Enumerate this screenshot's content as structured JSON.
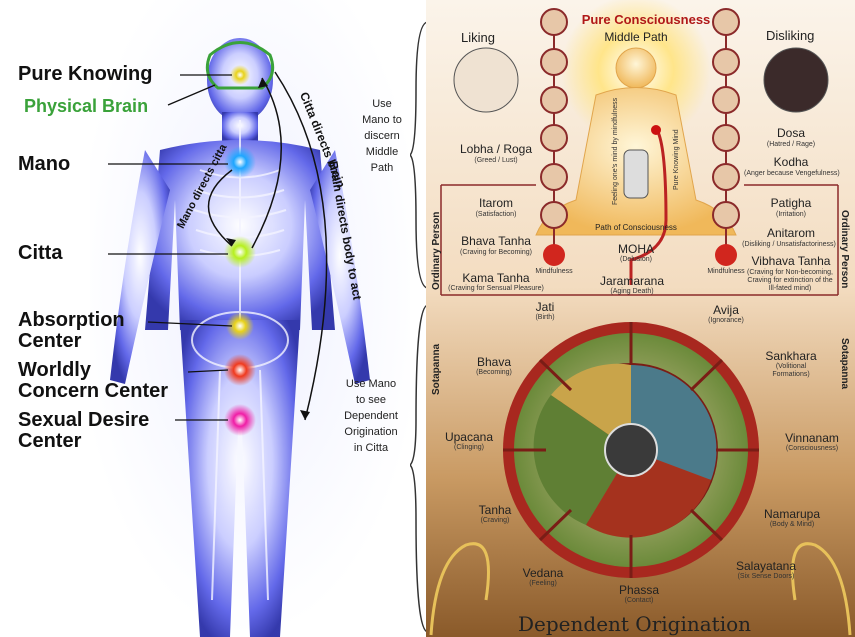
{
  "left_labels": {
    "pure_knowing": "Pure Knowing",
    "physical_brain": "Physical Brain",
    "mano": "Mano",
    "citta": "Citta",
    "absorption": [
      "Absorption",
      "Center"
    ],
    "worldly": [
      "Worldly",
      "Concern Center"
    ],
    "sexual": [
      "Sexual Desire",
      "Center"
    ]
  },
  "arrows": {
    "mano_directs_citta": "Mano directs citta",
    "citta_directs_brain": "Citta directs brain",
    "brain_directs_body": "Brain directs body to act"
  },
  "middle_notes": {
    "upper": [
      "Use",
      "Mano to",
      "discern",
      "Middle",
      "Path"
    ],
    "lower": [
      "Use Mano",
      "to see",
      "Dependent",
      "Origination",
      "in Citta"
    ]
  },
  "top": {
    "pure_consciousness": "Pure Consciousness",
    "middle_path": "Middle Path",
    "liking": "Liking",
    "disliking": "Disliking"
  },
  "left_terms": [
    {
      "main": "Lobha / Roga",
      "sub": "(Greed / Lust)"
    },
    {
      "main": "Itarom",
      "sub": "(Satisfaction)"
    },
    {
      "main": "Bhava Tanha",
      "sub": "(Craving for Becoming)"
    },
    {
      "main": "Kama Tanha",
      "sub": "(Craving for Sensual Pleasure)"
    }
  ],
  "right_terms": [
    {
      "main": "Dosa",
      "sub": "(Hatred / Rage)"
    },
    {
      "main": "Kodha",
      "sub": "(Anger because Vengefulness)"
    },
    {
      "main": "Patigha",
      "sub": "(Irritation)"
    },
    {
      "main": "Anitarom",
      "sub": "(Disliking / Unsatisfactoriness)"
    },
    {
      "main": "Vibhava Tanha",
      "sub": "(Craving for Non-becoming, Craving for extinction of the Ill-fated mind)"
    }
  ],
  "center": {
    "path": "Path of Consciousness",
    "moha": "MOHA",
    "moha_sub": "(Delusion)",
    "mindfulness_left": "Mindfulness",
    "mindfulness_right": "Mindfulness",
    "vert_left": "Feeling one's mind by mindfulness",
    "vert_right": "Pure Knowing Mind"
  },
  "side": {
    "ordinary_left": "Ordinary Person",
    "ordinary_right": "Ordinary Person",
    "sotapanna_left": "Sotapanna",
    "sotapanna_right": "Sotapanna"
  },
  "wheel_terms": [
    {
      "main": "Jaramarana",
      "sub": "(Aging Death)"
    },
    {
      "main": "Jati",
      "sub": "(Birth)"
    },
    {
      "main": "Avija",
      "sub": "(Ignorance)"
    },
    {
      "main": "Bhava",
      "sub": "(Becoming)"
    },
    {
      "main": "Sankhara",
      "sub": "(Volitional Formations)"
    },
    {
      "main": "Upacana",
      "sub": "(Clinging)"
    },
    {
      "main": "Vinnanam",
      "sub": "(Consciousness)"
    },
    {
      "main": "Tanha",
      "sub": "(Craving)"
    },
    {
      "main": "Namarupa",
      "sub": "(Body & Mind)"
    },
    {
      "main": "Vedana",
      "sub": "(Feeling)"
    },
    {
      "main": "Salayatana",
      "sub": "(Six Sense Doors)"
    },
    {
      "main": "Phassa",
      "sub": "(Contact)"
    }
  ],
  "footer": "Dependent Origination",
  "colors": {
    "body_glow": "#6a6ff0",
    "brain_outline": "#3aa23a",
    "wheel_red": "#a8281f",
    "gold": "#e7c15a"
  }
}
